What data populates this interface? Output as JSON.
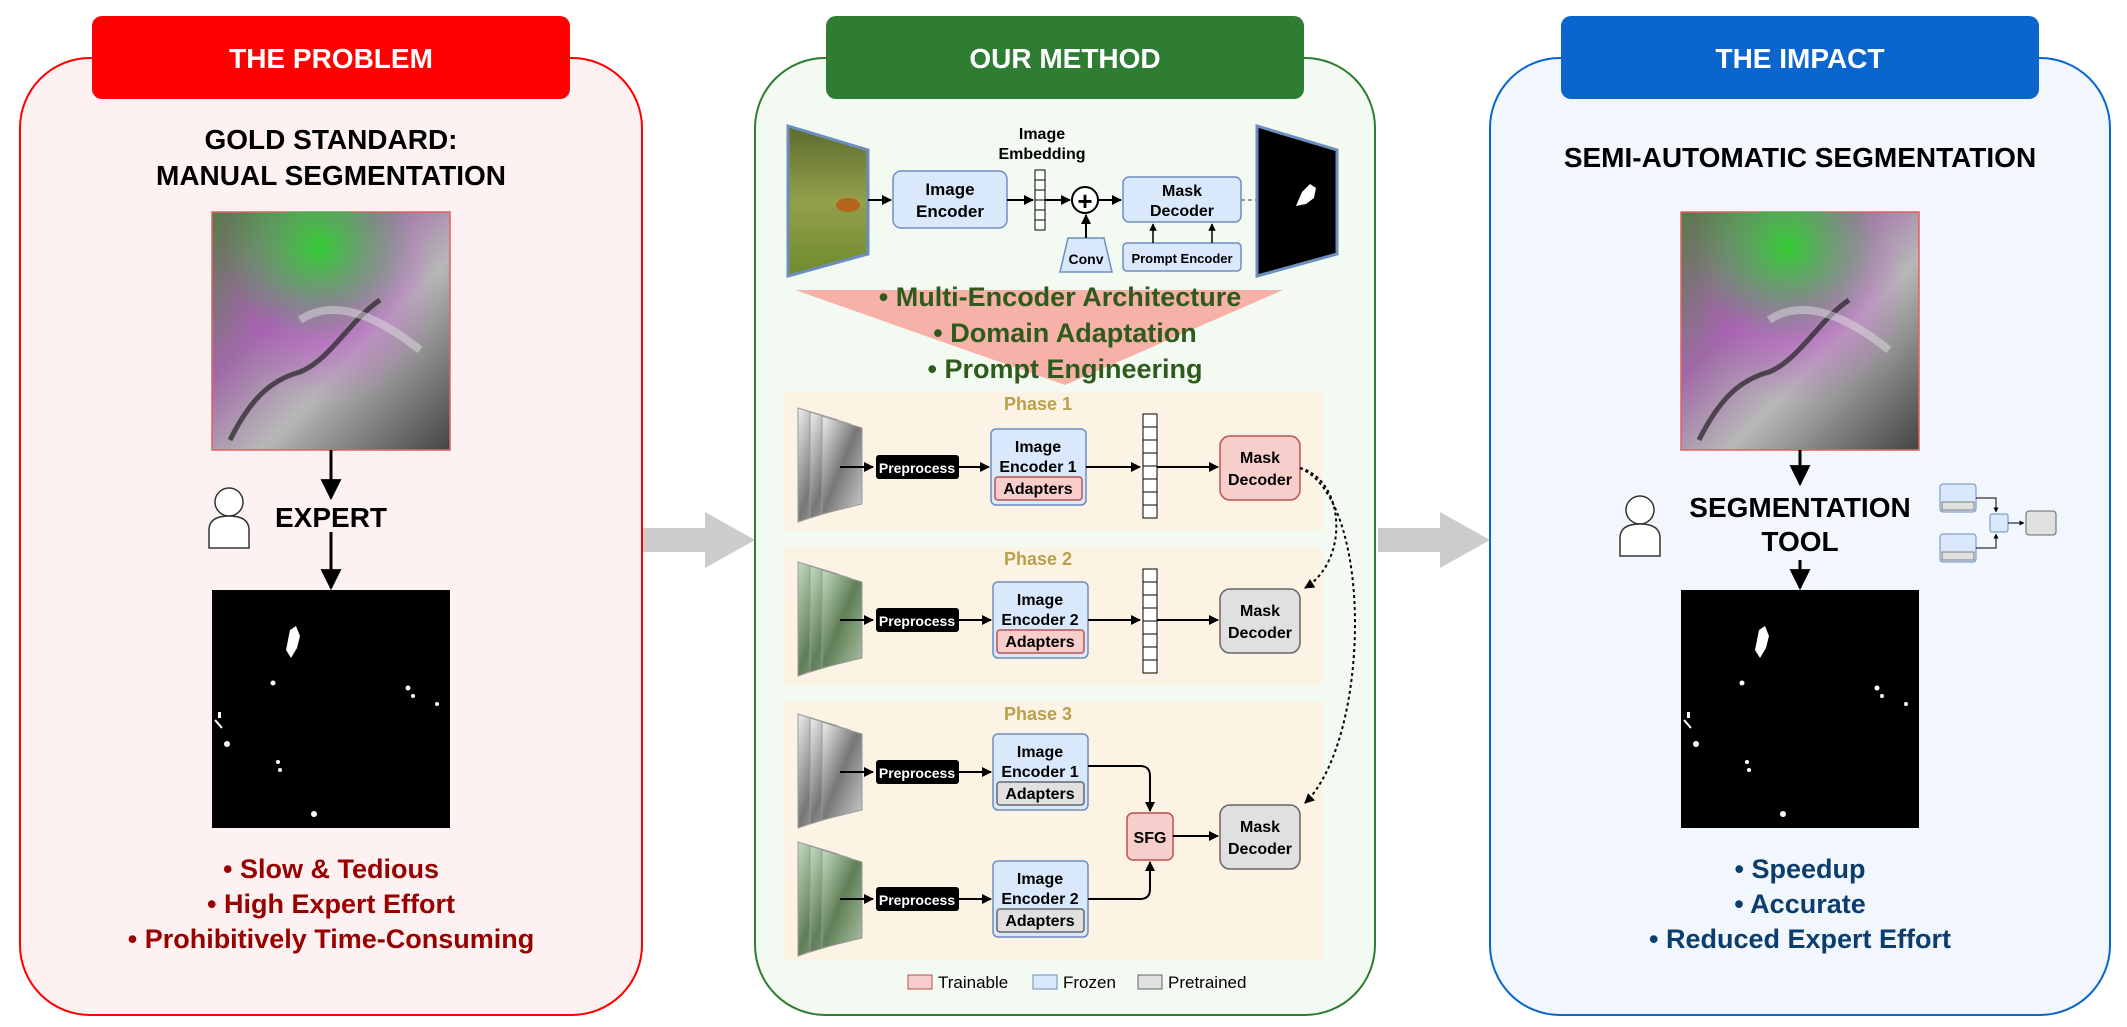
{
  "colors": {
    "problem_accent": "#ff0000",
    "problem_panel_bg": "#fdf1f1",
    "problem_text": "#990000",
    "method_accent": "#2e7d32",
    "method_panel_bg": "#f3faf1",
    "method_text": "#2e5a1c",
    "impact_accent": "#0a66cc",
    "impact_panel_bg": "#f1f7fd",
    "impact_text": "#0b3d6e",
    "phase_bg": "#fdf3e4",
    "phase_title": "#b8a14a",
    "trainable": "#f8cecc",
    "frozen": "#dae8fc",
    "pretrained": "#e0e0e0"
  },
  "problem": {
    "header": "THE PROBLEM",
    "title_line1": "GOLD STANDARD:",
    "title_line2": "MANUAL SEGMENTATION",
    "expert_label": "EXPERT",
    "bullets": [
      "• Slow & Tedious",
      "• High Expert Effort",
      "• Prohibitively Time-Consuming"
    ]
  },
  "method": {
    "header": "OUR METHOD",
    "sam": {
      "image_embedding_line1": "Image",
      "image_embedding_line2": "Embedding",
      "image_encoder_line1": "Image",
      "image_encoder_line2": "Encoder",
      "mask_decoder_line1": "Mask",
      "mask_decoder_line2": "Decoder",
      "conv": "Conv",
      "prompt_encoder": "Prompt Encoder",
      "plus": "+"
    },
    "bullets": [
      "• Multi-Encoder Architecture",
      "• Domain Adaptation",
      "• Prompt Engineering"
    ],
    "phases": [
      {
        "title": "Phase 1",
        "preprocess": "Preprocess",
        "encoder_line1": "Image",
        "encoder_line2": "Encoder 1",
        "adapters": "Adapters",
        "decoder_line1": "Mask",
        "decoder_line2": "Decoder"
      },
      {
        "title": "Phase 2",
        "preprocess": "Preprocess",
        "encoder_line1": "Image",
        "encoder_line2": "Encoder 2",
        "adapters": "Adapters",
        "decoder_line1": "Mask",
        "decoder_line2": "Decoder"
      },
      {
        "title": "Phase 3",
        "preprocess_a": "Preprocess",
        "encoder_a_line1": "Image",
        "encoder_a_line2": "Encoder 1",
        "adapters_a": "Adapters",
        "preprocess_b": "Preprocess",
        "encoder_b_line1": "Image",
        "encoder_b_line2": "Encoder 2",
        "adapters_b": "Adapters",
        "fusion": "SFG",
        "decoder_line1": "Mask",
        "decoder_line2": "Decoder"
      }
    ],
    "legend": [
      "Trainable",
      "Frozen",
      "Pretrained"
    ]
  },
  "impact": {
    "header": "THE IMPACT",
    "title": "SEMI-AUTOMATIC SEGMENTATION",
    "tool_line1": "SEGMENTATION",
    "tool_line2": "TOOL",
    "bullets": [
      "• Speedup",
      "• Accurate",
      "• Reduced Expert Effort"
    ]
  }
}
